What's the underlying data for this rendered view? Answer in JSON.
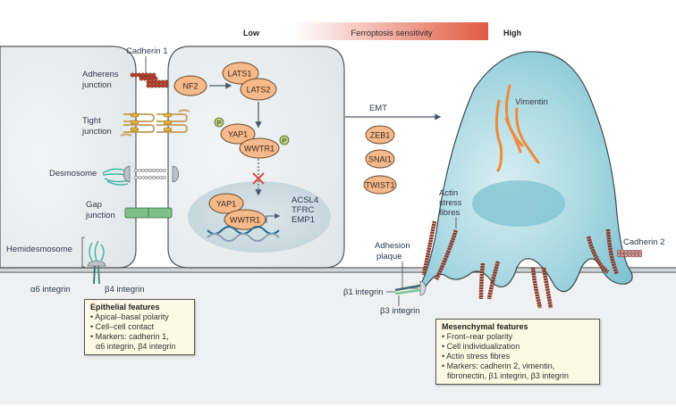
{
  "sensitivity_bar": {
    "low_label": "Low",
    "title": "Ferroptosis sensitivity",
    "high_label": "High",
    "gradient_start": "#ffffff",
    "gradient_end": "#e05a40"
  },
  "epithelial_cell": {
    "junction_labels": {
      "cadherin": "Cadherin 1",
      "adherens_1": "Adherens",
      "adherens_2": "junction",
      "tight_1": "Tight",
      "tight_2": "junction",
      "desmosome": "Desmosome",
      "gap_1": "Gap",
      "gap_2": "junction",
      "hemidesmosome": "Hemidesmosome",
      "alpha6": "α6 integrin",
      "beta4": "β4 integrin"
    },
    "pathway": {
      "nf2": "NF2",
      "lats1": "LATS1",
      "lats2": "LATS2",
      "yap1": "YAP1",
      "wwtr1": "WWTR1",
      "phospho": "P",
      "nuclear_yap1": "YAP1",
      "nuclear_wwtr1": "WWTR1",
      "target_genes": [
        "ACSL4",
        "TFRC",
        "EMP1"
      ]
    },
    "features_box": {
      "title": "Epithelial features",
      "items": [
        "• Apical–basal polarity",
        "• Cell–cell contact",
        "• Markers: cadherin 1,",
        "  α6 integrin, β4 integrin"
      ]
    }
  },
  "emt": {
    "label": "EMT",
    "factors": [
      "ZEB1",
      "SNAI1",
      "TWIST1"
    ]
  },
  "mesenchymal_cell": {
    "labels": {
      "vimentin": "Vimentin",
      "actin_1": "Actin",
      "actin_2": "stress",
      "actin_3": "fibres",
      "adhesion_1": "Adhesion",
      "adhesion_2": "plaque",
      "beta1": "β1 integrin",
      "beta3": "β3 integrin",
      "cadherin2": "Cadherin 2"
    },
    "features_box": {
      "title": "Mesenchymal features",
      "items": [
        "• Front–rear polarity",
        "• Cell individualization",
        "• Actin stress fibres",
        "• Markers: cadherin 2, vimentin,",
        "  fibronectin, β1 integrin, β3 integrin"
      ]
    }
  },
  "colors": {
    "protein_fill": "#f5b98a",
    "protein_stroke": "#6b4a30",
    "cell_fill": "#e6ebed",
    "mesenchymal_fill": "#8ccad6",
    "actin": "#8a3a2a",
    "vimentin": "#ee8a3a",
    "desmosome_fiber": "#3cb3a0",
    "gap": "#7fbf88"
  }
}
